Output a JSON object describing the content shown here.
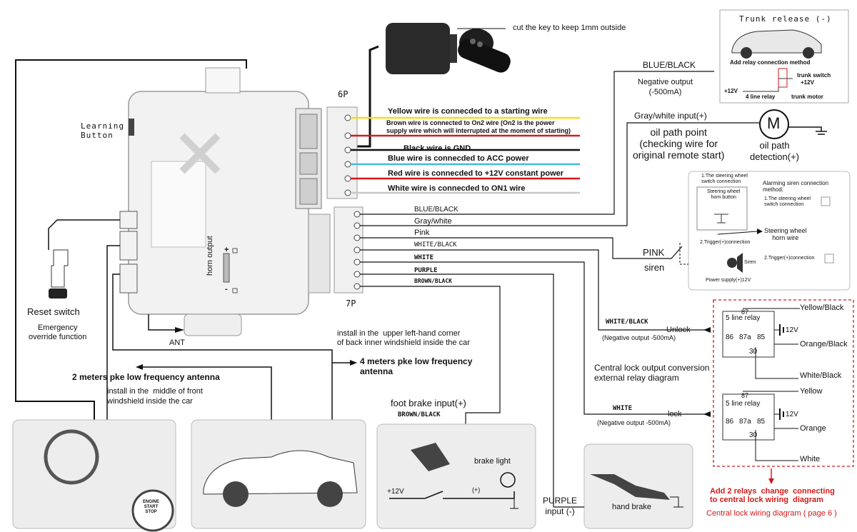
{
  "colors": {
    "yellow": "#f2de1b",
    "red": "#d21a1a",
    "blue": "#49b6e4",
    "white_wire": "#bdbdbd",
    "black": "#111111",
    "dashed": "#d21a1a"
  },
  "key": {
    "note": "cut the key  to keep 1mm outside"
  },
  "module": {
    "learning": "Learning\nButton",
    "horn": "horn output",
    "plus": "+",
    "minus": "-",
    "ant": "ANT"
  },
  "reset": {
    "label": "Reset switch",
    "override": "Emergency\noverride function"
  },
  "p6": {
    "label": "6P",
    "wires": [
      "Yellow wire is connecded to a starting wire",
      "Brown wire is connected to On2 wire (On2 is the power\nsupply wire which will interrupted at the moment of starting)",
      "Black wire is GND",
      "Blue wire is connecded to ACC power",
      "Red wire is connecded to +12V constant power",
      "White wire is connecded to ON1 wire"
    ]
  },
  "p7": {
    "label": "7P",
    "wires": [
      "BLUE/BLACK",
      "Gray/white",
      "Pink",
      "WHITE/BLACK",
      "WHITE",
      "PURPLE",
      "BROWN/BLACK"
    ]
  },
  "trunk": {
    "title": "Trunk release (-)",
    "add_relay": "Add relay connection method",
    "trunk_switch": "trunk switch",
    "plus12": "+12V",
    "plus12b": "+12V",
    "four_line": "4 line relay",
    "trunk_motor": "trunk motor"
  },
  "blueblack": {
    "wire": "BLUE/BLACK",
    "neg": "Negative output\n(-500mA)"
  },
  "gray": {
    "input": "Gray/white  input(+)",
    "oil_point": "oil path point\n(checking wire for\noriginal remote start)",
    "motor": "M",
    "oil_detect": "oil path\ndetection(+)"
  },
  "siren": {
    "s1": "1.The steering wheel\nswitch connection",
    "sw_horn": "Steering wheel\nhorn button",
    "alarm": "Alarming siren connection\nmethod:",
    "alarm1": "1.The steering wheel\nswitch connection",
    "horn_wire": "Steering wheel\nhorn wire",
    "trig": "2.Trigger(+)connection",
    "trig2": "2.Trigger(+)connection",
    "siren_word": "Siren",
    "power": "Power supply(+)12V",
    "pink": "PINK",
    "siren": "siren"
  },
  "antennas": {
    "install4": "install in the  upper left-hand corner\nof back inner windshield inside the car",
    "four": "4 meters pke low frequency\nantenna",
    "two": "2 meters pke low frequency antenna",
    "install2": "install in the  middle of front\nwindshield inside the car"
  },
  "dash": {
    "engine": "ENGINE\nSTART\nSTOP"
  },
  "brake": {
    "title": "foot brake input(+)",
    "wire": "BROWN/BLACK",
    "plus12": "+12V",
    "plus": "(+)",
    "light": "brake light"
  },
  "handbrake": {
    "purple": "PURPLE\ninput (-)",
    "label": "hand brake"
  },
  "lock": {
    "unlock_wire": "WHITE/BLACK",
    "unlock": "Unlock",
    "unlock_neg": "(Negative output -500mA)",
    "lock_wire": "WHITE",
    "lock": "lock",
    "lock_neg": "(Negative output -500mA)",
    "conv": "Central lock output conversion\nexternal relay diagram"
  },
  "relay1": {
    "title": "5 line relay",
    "p87": "87",
    "p86": "86",
    "p87a": "87a",
    "p85": "85",
    "p30": "30",
    "v12": "12V",
    "c1": "Yellow/Black",
    "c2": "Orange/Black",
    "c3": "White/Black"
  },
  "relay2": {
    "title": "5 line relay",
    "p87": "87",
    "p86": "86",
    "p87a": "87a",
    "p85": "85",
    "p30": "30",
    "v12": "12V",
    "c1": "Yellow",
    "c2": "Orange",
    "c3": "White"
  },
  "footer": {
    "note": "Add 2 relays  change  connecting\nto central lock wiring  diagram",
    "page": "Central lock wiring diagram  ( page 6 )"
  }
}
